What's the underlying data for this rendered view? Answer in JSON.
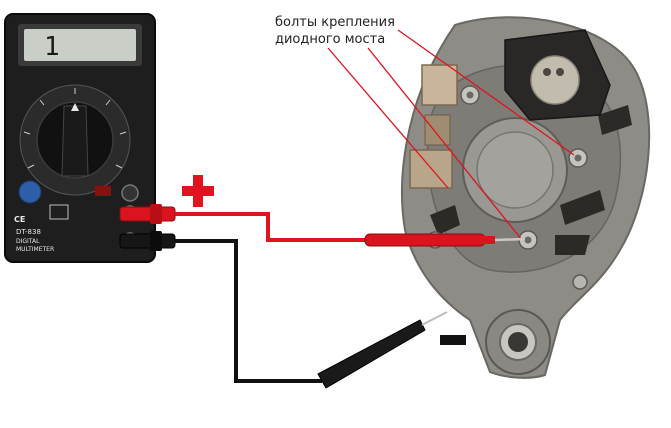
{
  "callout": {
    "line1": "болты крепления",
    "line2": "диодного моста"
  },
  "multimeter": {
    "display_value": "1",
    "model": "DT-838",
    "subtitle_1": "DIGITAL",
    "subtitle_2": "MULTIMETER",
    "mark": "CE",
    "body_color": "#1e1e1e",
    "screen_color": "#c9cfc6"
  },
  "polarity": {
    "plus": "+",
    "minus": "-",
    "plus_color": "#e0141e",
    "minus_color": "#111111"
  },
  "leads": {
    "positive_color": "#e0141e",
    "negative_color": "#111111"
  },
  "alternator": {
    "body_color": "#8e8c86"
  }
}
